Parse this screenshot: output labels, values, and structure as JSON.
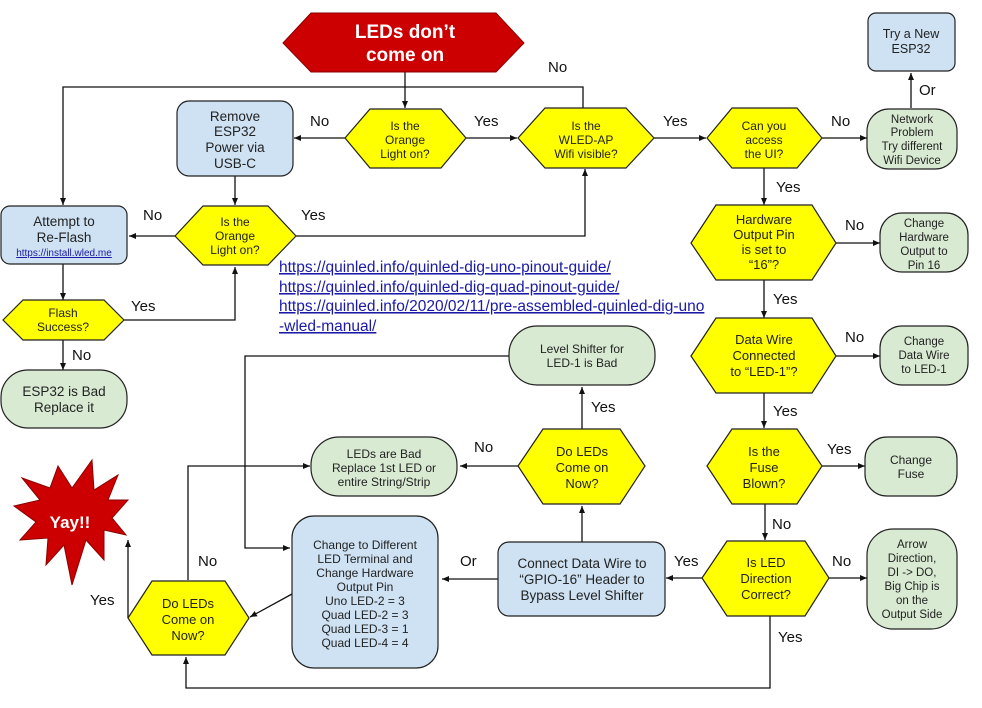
{
  "title": "LEDs don't come on troubleshooting flowchart",
  "start": {
    "line1": "LEDs don’t",
    "line2": "come on"
  },
  "end": {
    "label": "Yay!!"
  },
  "nodes": {
    "orange1": [
      "Is the",
      "Orange",
      "Light on?"
    ],
    "remove_power": [
      "Remove",
      "ESP32",
      "Power via",
      "USB-C"
    ],
    "wled_ap": [
      "Is the",
      "WLED-AP",
      "Wifi visible?"
    ],
    "access_ui": [
      "Can you",
      "access",
      "the UI?"
    ],
    "network_problem": [
      "Network",
      "Problem",
      "Try different",
      "Wifi Device"
    ],
    "new_esp": [
      "Try a New",
      "ESP32"
    ],
    "orange2": [
      "Is the",
      "Orange",
      "Light on?"
    ],
    "reflash": [
      "Attempt to",
      "Re-Flash"
    ],
    "reflash_link": "https://install.wled.me",
    "flash_success": [
      "Flash",
      "Success?"
    ],
    "esp_bad": [
      "ESP32 is Bad",
      "Replace it"
    ],
    "hw_pin": [
      "Hardware",
      "Output Pin",
      "is set to",
      "“16”?"
    ],
    "change_pin": [
      "Change",
      "Hardware",
      "Output to",
      "Pin 16"
    ],
    "data_wire": [
      "Data Wire",
      "Connected",
      "to “LED-1”?"
    ],
    "change_wire": [
      "Change",
      "Data Wire",
      "to LED-1"
    ],
    "fuse": [
      "Is the",
      "Fuse",
      "Blown?"
    ],
    "change_fuse": [
      "Change",
      "Fuse"
    ],
    "led_dir": [
      "Is LED",
      "Direction",
      "Correct?"
    ],
    "arrow_dir": [
      "Arrow",
      "Direction,",
      "DI -> DO,",
      "Big Chip is",
      "on the",
      "Output Side"
    ],
    "connect_gpio": [
      "Connect Data Wire to",
      "“GPIO-16” Header to",
      "Bypass Level Shifter"
    ],
    "do_leds_1": [
      "Do LEDs",
      "Come on",
      "Now?"
    ],
    "level_shifter": [
      "Level Shifter for",
      "LED-1 is Bad"
    ],
    "leds_bad": [
      "LEDs are Bad",
      "Replace 1st LED or",
      "entire String/Strip"
    ],
    "change_terminal": [
      "Change to Different",
      "LED Terminal and",
      "Change Hardware",
      "Output Pin",
      "Uno LED-2 = 3",
      "Quad LED-2 = 3",
      "Quad LED-3 = 1",
      "Quad LED-4 = 4"
    ],
    "do_leds_2": [
      "Do LEDs",
      "Come on",
      "Now?"
    ]
  },
  "links": [
    "https://quinled.info/quinled-dig-uno-pinout-guide/",
    "https://quinled.info/quinled-dig-quad-pinout-guide/",
    "https://quinled.info/2020/02/11/pre-assembled-quinled-dig-uno",
    "-wled-manual/"
  ],
  "edge_labels": {
    "yes": "Yes",
    "no": "No",
    "or": "Or"
  },
  "colors": {
    "decision": "#ffff00",
    "action_blue": "#cfe2f3",
    "result_green": "#d9ead3",
    "terminal_red": "#cc0000",
    "link": "#1a1aa6"
  }
}
